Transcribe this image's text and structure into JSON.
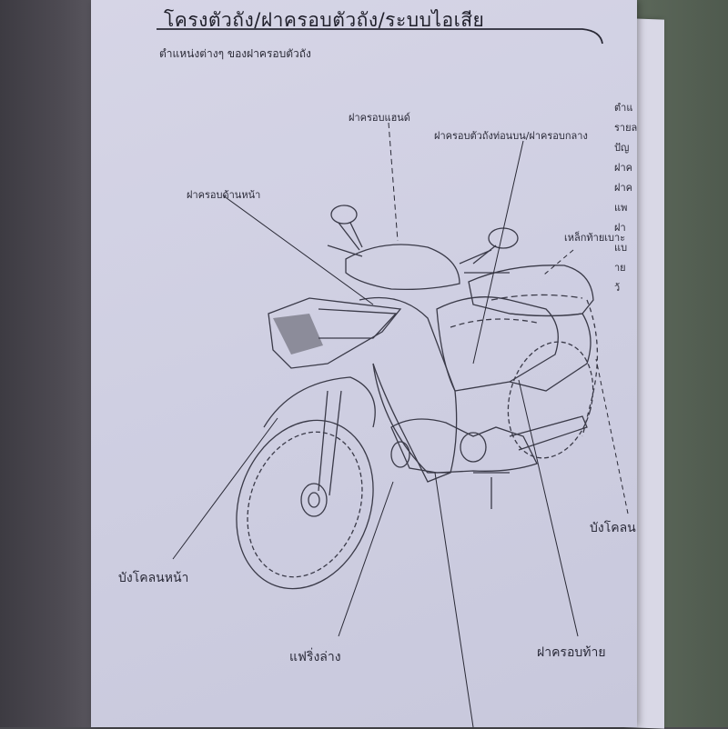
{
  "page": {
    "header_title": "โครงตัวถัง/ฝาครอบตัวถัง/ระบบไอเสีย",
    "subtitle": "ตำแหน่งต่างๆ ของฝาครอบตัวถัง",
    "next_page_lines": [
      "ตำแ",
      "รายล",
      "ปัญ",
      "ฝาค",
      "ฝาค",
      "แพ",
      "ฝา",
      "แบ",
      "าย",
      "ว้"
    ]
  },
  "labels": {
    "handlebar_cover": "ฝาครอบแฮนด์",
    "front_cover": "ฝาครอบด้านหน้า",
    "center_cover": "ฝาครอบตัวถังท่อนบน/ฝาครอบกลาง",
    "rear_grip": "เหล็กท้ายเบาะ",
    "front_fender": "บังโคลนหน้า",
    "lower_fairing": "แฟริ่งล่าง",
    "rear_cover": "ฝาครอบท้าย",
    "rear_fender": "บังโคลน"
  }
}
